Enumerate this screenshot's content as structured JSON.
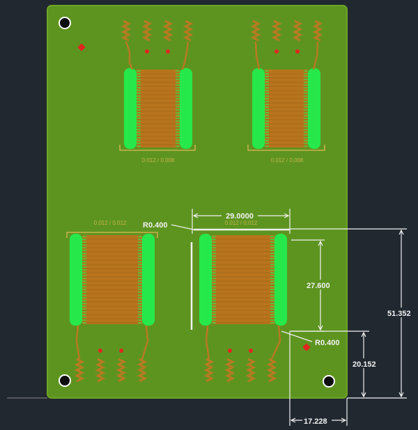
{
  "colors": {
    "background": "#212830",
    "board": "#5d9420",
    "board_edge": "#6fa526",
    "pad_green": "#27e84a",
    "pad_copper": "#b8741c",
    "trace_copper": "#b87a22",
    "silkscreen": "#c9b34a",
    "via_red": "#e0261e",
    "dimension": "#f2f2f2",
    "mount_hole": "#0d0d0d"
  },
  "icons": {
    "mount_hole": "mounting-hole-icon",
    "fiducial": "fiducial-icon"
  },
  "silkscreen_labels": {
    "top_left": "0.012 / 0.008",
    "top_right": "0.012 / 0.008",
    "bottom_left": "0.012 / 0.012",
    "bottom_right": "0.012 / 0.012"
  },
  "dimensions": {
    "width_top": "29.0000",
    "radius_top": "R0.400",
    "height_inner": "27.600",
    "radius_right": "R0.400",
    "height_total": "51.352",
    "height_lower": "20.152",
    "width_bottom": "17.228"
  }
}
